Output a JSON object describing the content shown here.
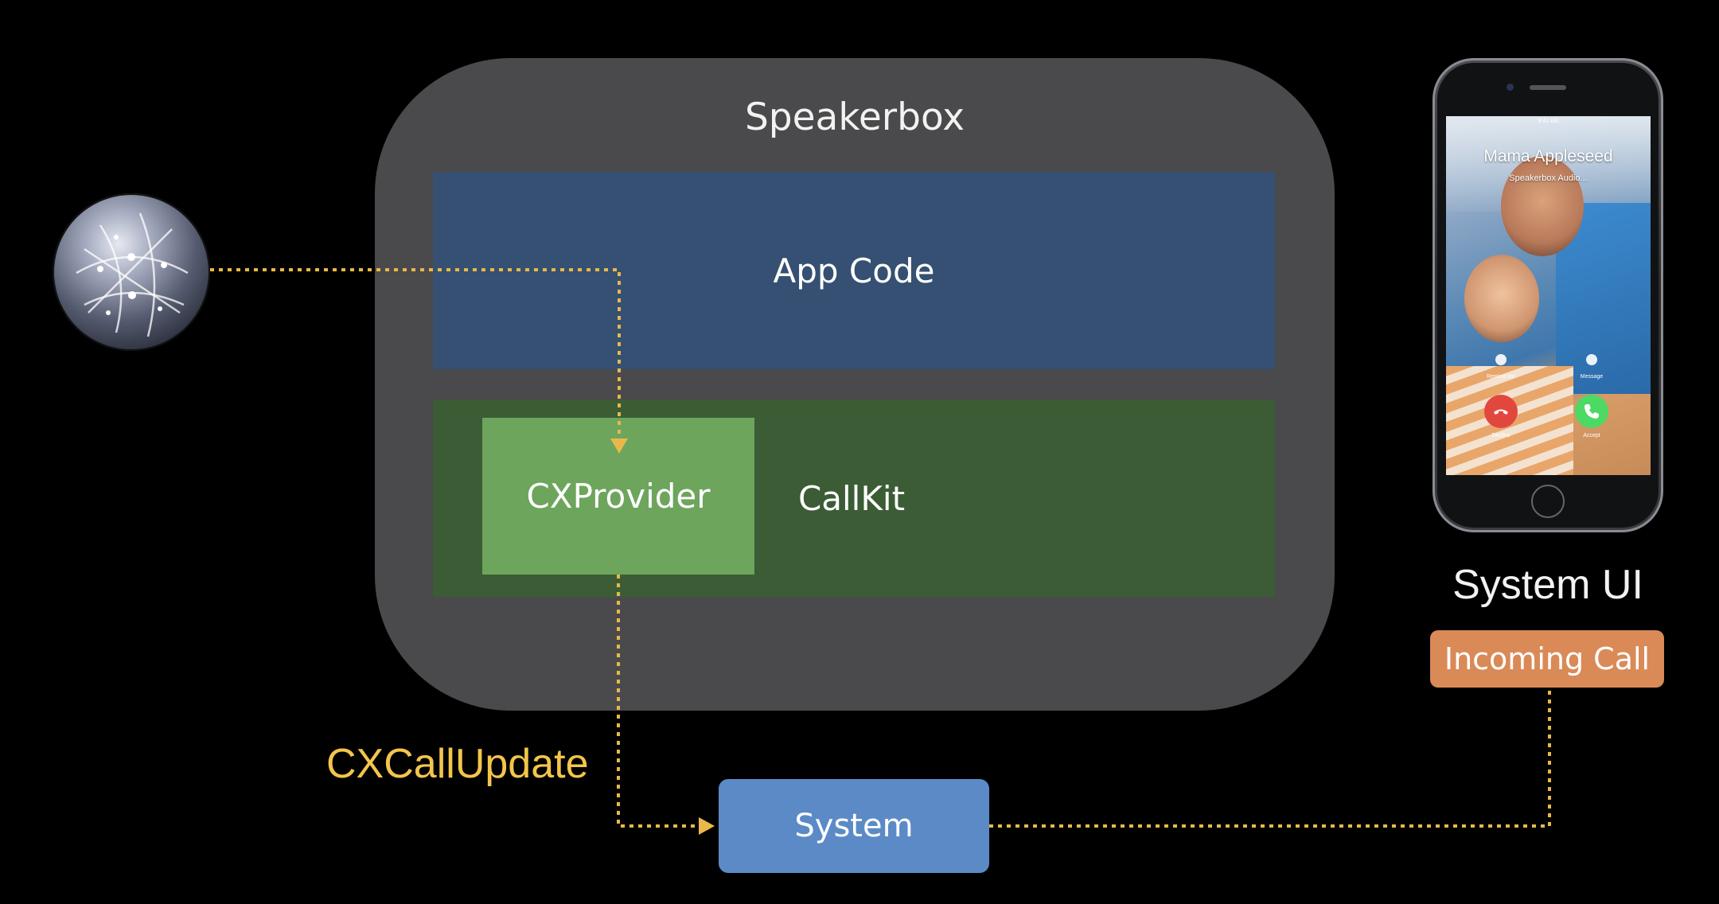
{
  "diagram": {
    "container_title": "Speakerbox",
    "app_code_label": "App Code",
    "callkit_label": "CallKit",
    "cxprovider_label": "CXProvider",
    "update_label": "CXCallUpdate",
    "system_label": "System",
    "system_ui_label": "System UI",
    "incoming_call_label": "Incoming Call"
  },
  "phone": {
    "caller_name": "Mama Appleseed",
    "caller_subtitle": "Speakerbox Audio...",
    "status_time": "9:41 AM",
    "remind_label": "Remind Me",
    "message_label": "Message",
    "decline_label": "Decline",
    "accept_label": "Accept"
  },
  "colors": {
    "background": "#000000",
    "container": "#4a4a4c",
    "app_code": "#355072",
    "callkit": "#3b5c35",
    "cxprovider": "#6da55c",
    "system": "#5b8ac7",
    "incoming_call": "#d98a57",
    "connector": "#e8b84a",
    "update_text": "#f3c54c"
  },
  "icons": {
    "network": "globe-icon",
    "phone": "iphone-icon"
  }
}
